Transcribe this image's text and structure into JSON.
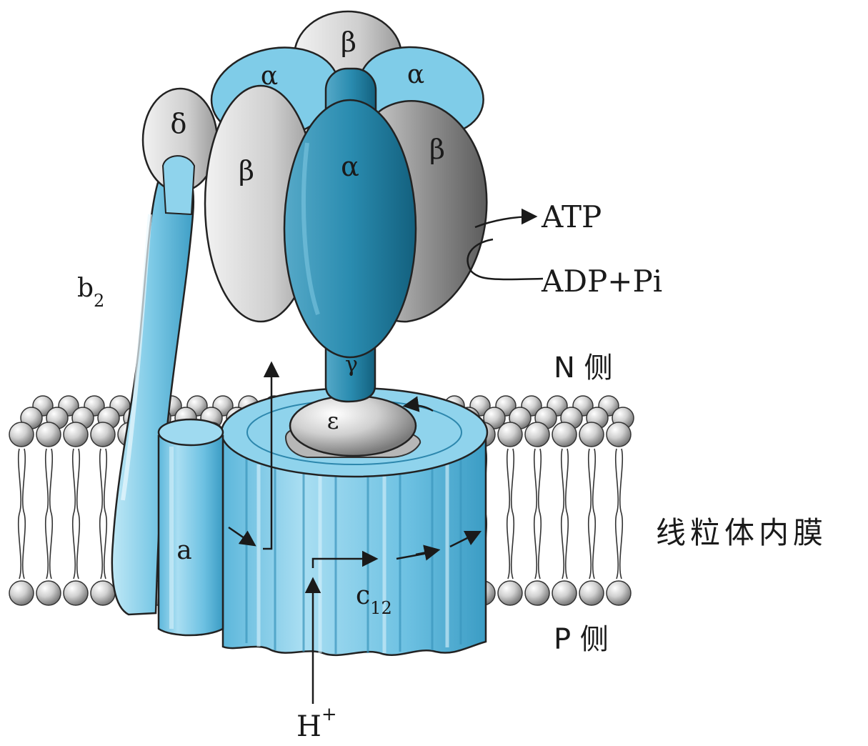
{
  "labels": {
    "beta_top": "β",
    "alpha_top_left": "α",
    "alpha_top_right": "α",
    "delta": "δ",
    "beta_left": "β",
    "alpha_front": "α",
    "beta_right": "β",
    "gamma": "γ",
    "epsilon": "ε",
    "b2_main": "b",
    "b2_sub": "2",
    "a": "a",
    "c_main": "c",
    "c_sub": "12",
    "atp": "ATP",
    "adp_pi": "ADP+Pi",
    "n_side": "N 侧",
    "membrane": "线粒体内膜",
    "p_side": "P 侧",
    "h_main": "H",
    "h_sup": "+"
  },
  "colors": {
    "blue_light": "#8fd3ec",
    "blue_mid": "#52b4d8",
    "blue_dark": "#1f7f9f",
    "gray_light": "#e6e6e6",
    "gray_mid": "#a8a8a8",
    "gray_dark": "#6e6e6e",
    "outline": "#222222"
  }
}
